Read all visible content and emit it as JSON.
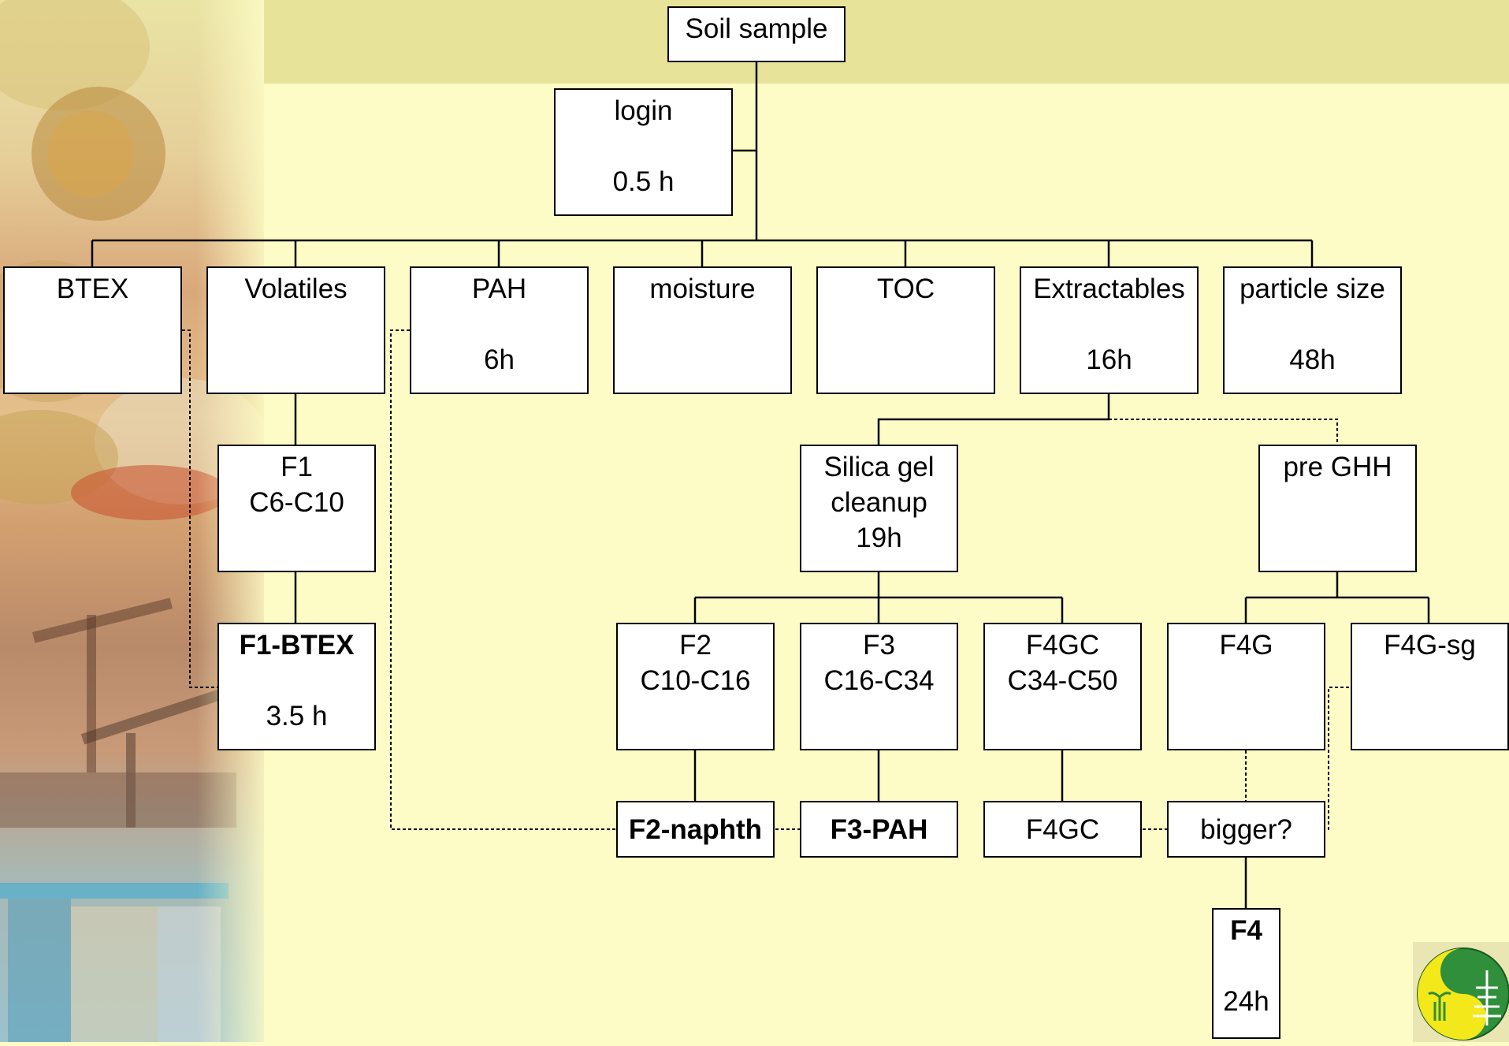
{
  "nodes": {
    "soil": {
      "line1": "Soil sample"
    },
    "login": {
      "line1": "login",
      "line2": "0.5 h"
    },
    "btex": {
      "line1": "BTEX"
    },
    "volatiles": {
      "line1": "Volatiles"
    },
    "pah": {
      "line1": "PAH",
      "line2": "6h"
    },
    "moisture": {
      "line1": "moisture"
    },
    "toc": {
      "line1": "TOC"
    },
    "extractables": {
      "line1": "Extractables",
      "line2": "16h"
    },
    "particle": {
      "line1": "particle size",
      "line2": "48h"
    },
    "f1": {
      "line1": "F1",
      "line2": "C6-C10"
    },
    "f1btex": {
      "line1": "F1-BTEX",
      "line2": "3.5 h"
    },
    "silica": {
      "line1": "Silica gel",
      "line2": "cleanup",
      "line3": "19h"
    },
    "preghh": {
      "line1": "pre GHH"
    },
    "f2": {
      "line1": "F2",
      "line2": "C10-C16"
    },
    "f3": {
      "line1": "F3",
      "line2": "C16-C34"
    },
    "f4gc_top": {
      "line1": "F4GC",
      "line2": "C34-C50"
    },
    "f4g": {
      "line1": "F4G"
    },
    "f4gsg": {
      "line1": "F4G-sg"
    },
    "f2naphth": {
      "line1": "F2-naphth"
    },
    "f3pah": {
      "line1": "F3-PAH"
    },
    "f4gc_bottom": {
      "line1": "F4GC"
    },
    "bigger": {
      "line1": "bigger?"
    },
    "f4": {
      "line1": "F4",
      "line2": "24h"
    }
  },
  "colors": {
    "background": "#fdfcc6",
    "top_band": "#e7e49a",
    "box_fill": "#ffffff",
    "line": "#000000",
    "logo_green": "#2f8f3a",
    "logo_yellow": "#f2e81a"
  }
}
